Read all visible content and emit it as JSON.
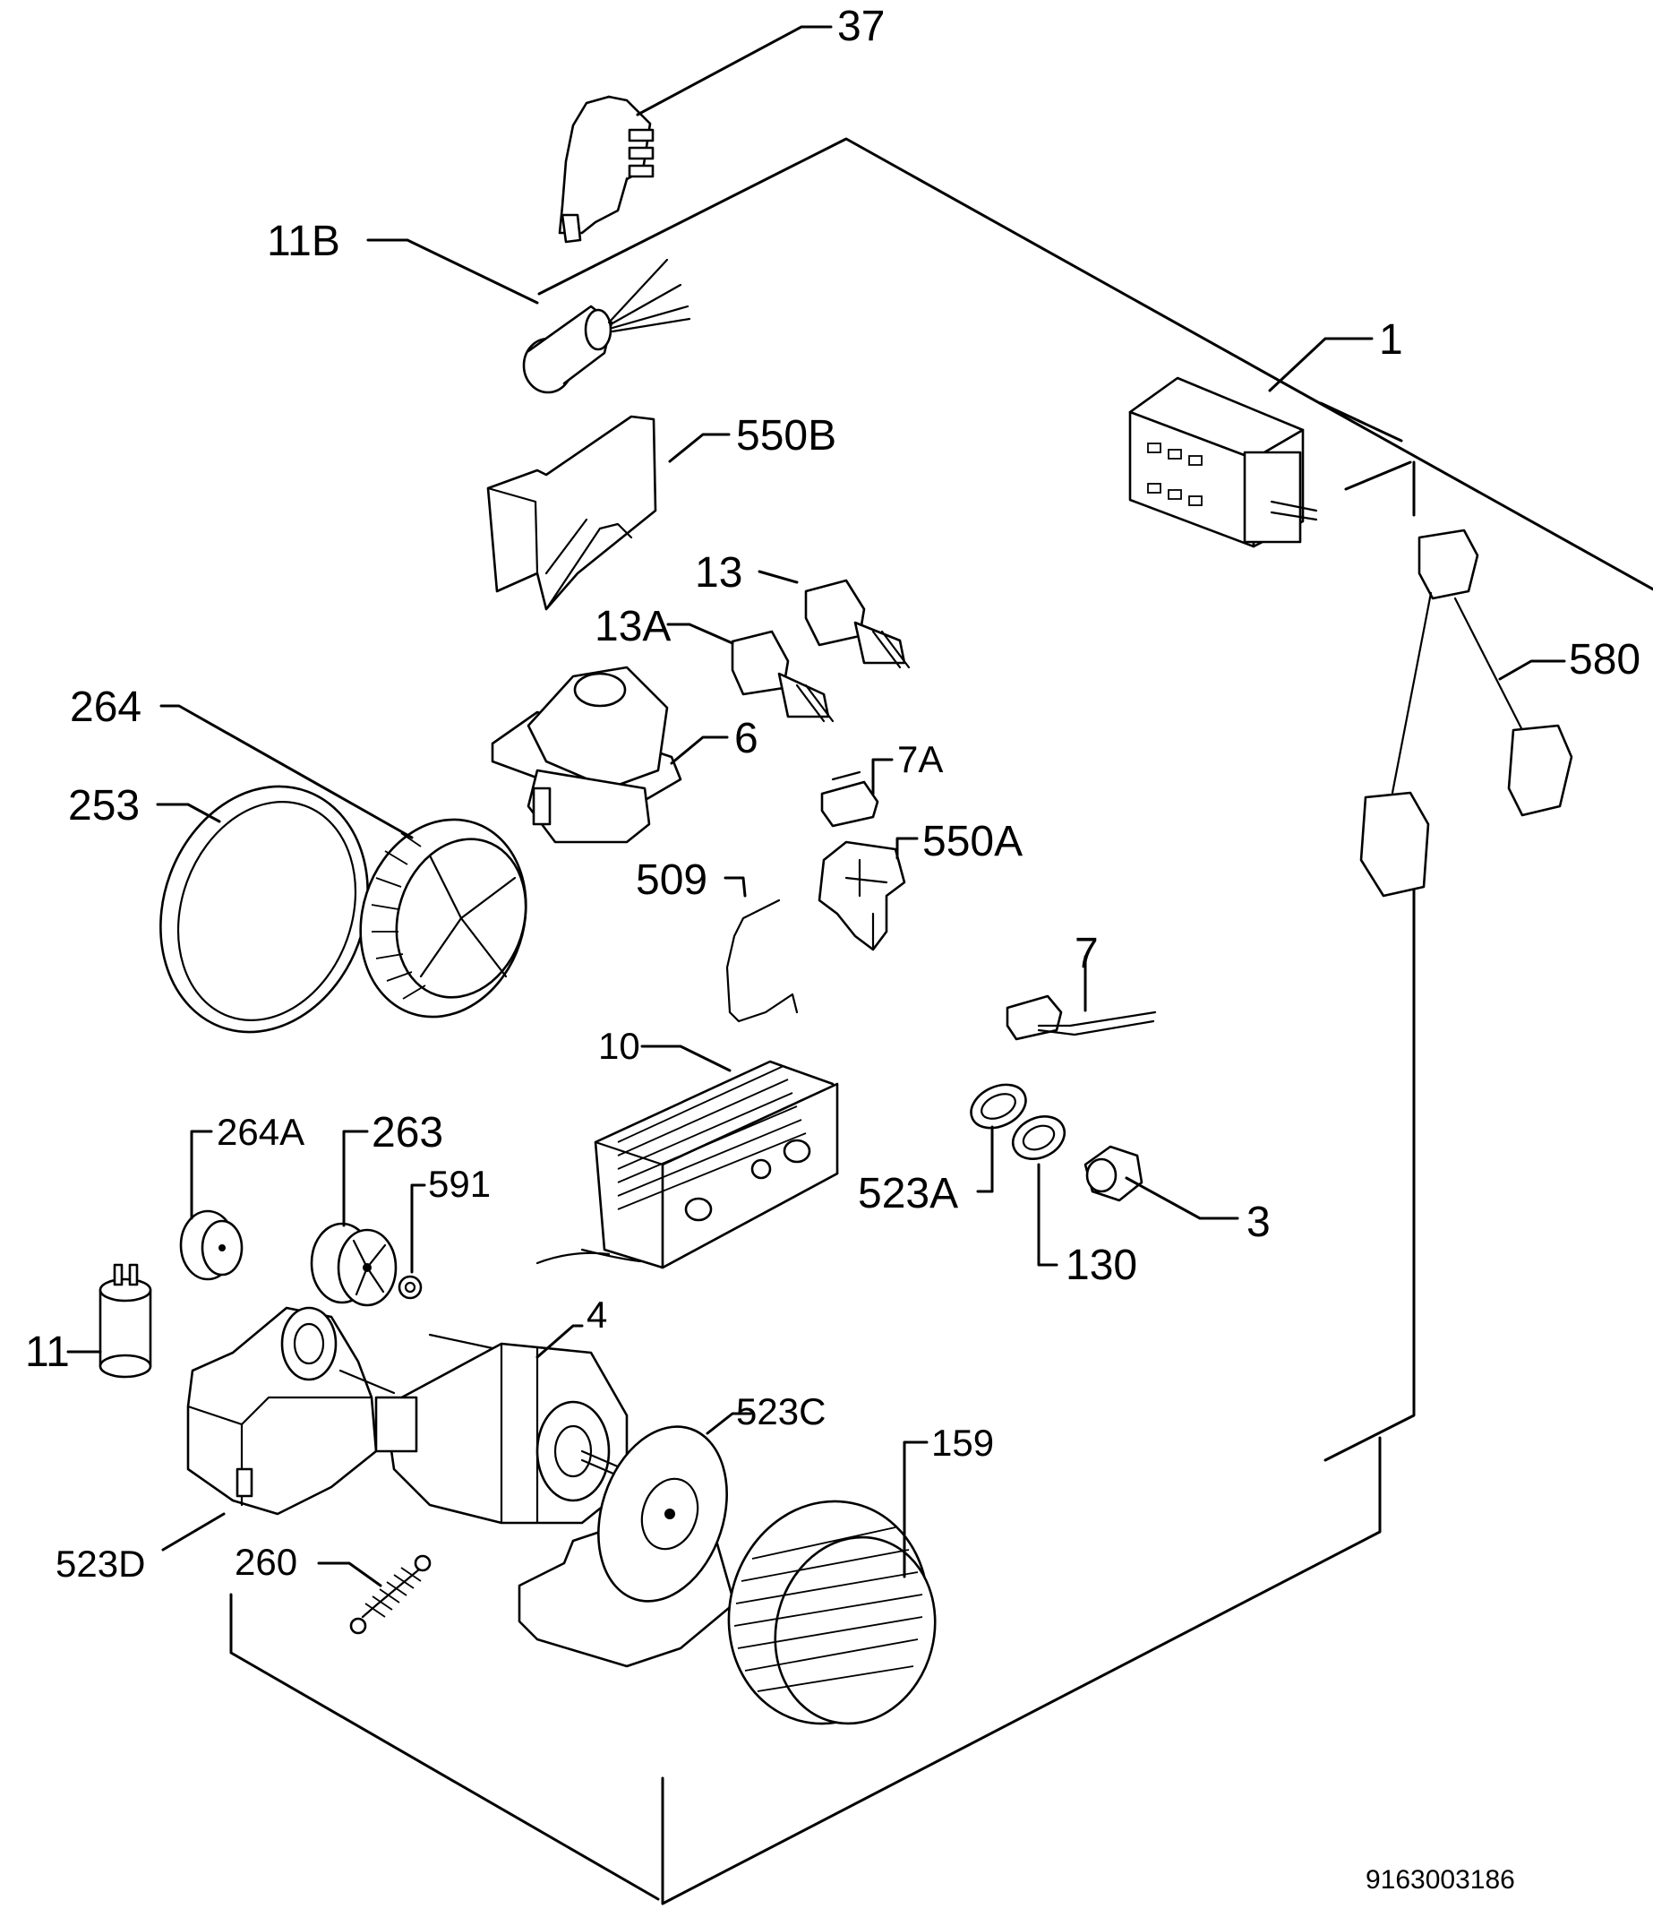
{
  "labels": {
    "p37": "37",
    "p11b": "11B",
    "p1": "1",
    "p550b": "550B",
    "p13": "13",
    "p13a": "13A",
    "p580": "580",
    "p264": "264",
    "p6": "6",
    "p253": "253",
    "p7a": "7A",
    "p550a": "550A",
    "p509": "509",
    "p7": "7",
    "p10": "10",
    "p264a": "264A",
    "p263": "263",
    "p591": "591",
    "p523a": "523A",
    "p3": "3",
    "p130": "130",
    "p11": "11",
    "p4": "4",
    "p523c": "523C",
    "p159": "159",
    "p523d": "523D",
    "p260": "260"
  },
  "drawing_code": "9163003186"
}
